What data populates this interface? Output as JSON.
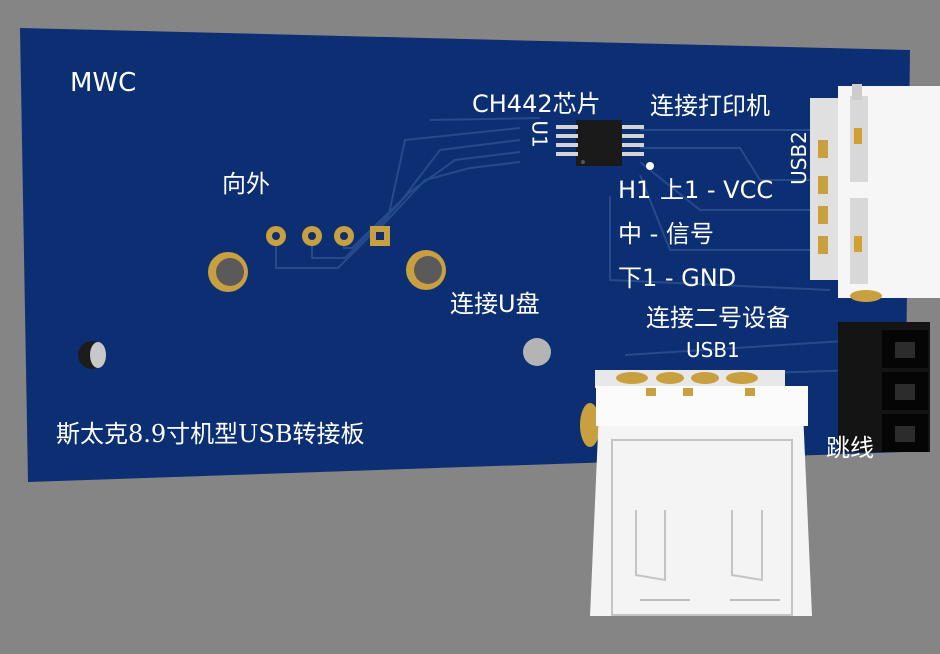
{
  "board": {
    "brand": "MWC",
    "chip_label": "CH442芯片",
    "chip_designator": "U1",
    "printer_label": "连接打印机",
    "usb2_label": "USB2",
    "pin_h1": "H1",
    "pin_top": "上1 - VCC",
    "pin_mid": "中 - 信号",
    "pin_bottom": "下1 - GND",
    "outward_label": "向外",
    "udisk_label": "连接U盘",
    "device2_label": "连接二号设备",
    "usb1_label": "USB1",
    "jumper_label": "跳线",
    "board_title": "斯太克8.9寸机型USB转接板"
  },
  "colors": {
    "background": "#858585",
    "pcb": "#0c2f73",
    "trace": "#264a8c",
    "silkscreen": "#ffffff",
    "gold": "#c8a040",
    "connector": "#f4f4f4",
    "header": "#141414"
  }
}
